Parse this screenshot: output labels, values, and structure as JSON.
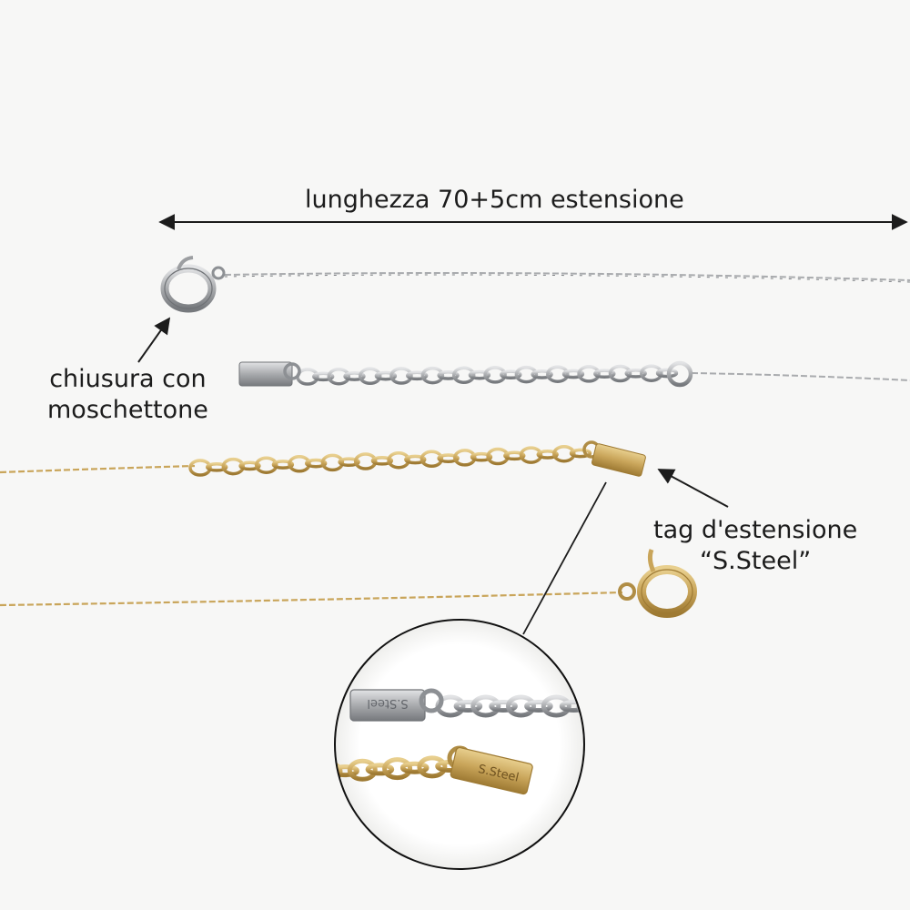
{
  "annotations": {
    "length": "lunghezza 70+5cm estensione",
    "clasp_line1": "chiusura con",
    "clasp_line2": "moschettone",
    "tag_line1": "tag d'estensione",
    "tag_line2": "“S.Steel”"
  },
  "engravings": {
    "zoom_gold_tag": "S.Steel",
    "zoom_silver_tag": "S.Steel"
  },
  "colors": {
    "silver": "#a9abae",
    "silver_dark": "#7d8084",
    "gold": "#c9a55a",
    "gold_dark": "#a8833b",
    "annotation": "#1c1c1c"
  },
  "zoom_lens": true
}
